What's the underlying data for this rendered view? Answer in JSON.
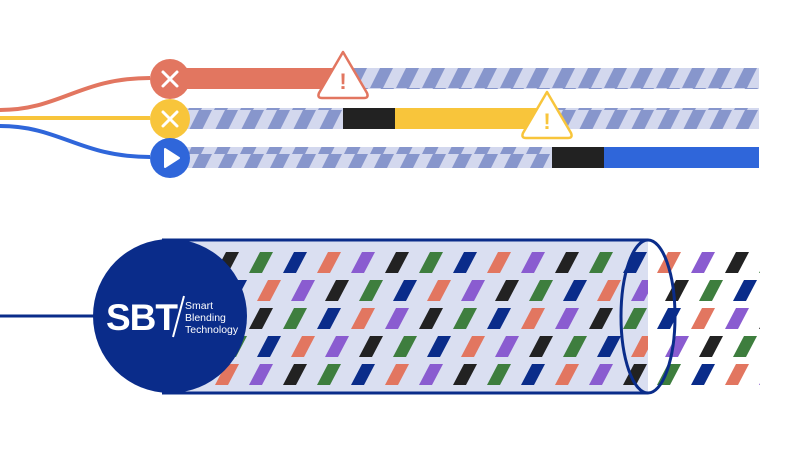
{
  "colors": {
    "red": "#E27660",
    "yellow": "#F8C53B",
    "blue": "#2F66DA",
    "navy": "#0A2C8A",
    "black": "#222222",
    "green": "#3E7E3E",
    "purple": "#8A5CD0",
    "stripe_light": "#D3D8EE",
    "stripe_dark": "#8796CC",
    "tube_fill": "#DADFF1"
  },
  "lanes": [
    {
      "color": "red",
      "status": "stopped",
      "node_icon": "x-mark-icon",
      "warning_icon": "warning-triangle-icon",
      "black_segment": false
    },
    {
      "color": "yellow",
      "status": "stopped",
      "node_icon": "x-mark-icon",
      "warning_icon": "warning-triangle-icon",
      "black_segment": true
    },
    {
      "color": "blue",
      "status": "playing",
      "node_icon": "play-icon",
      "warning_icon": null,
      "black_segment": true
    }
  ],
  "logo": {
    "abbrev": "SBT",
    "line1": "Smart",
    "line2": "Blending",
    "line3": "Technology"
  },
  "warning_glyph": "!"
}
